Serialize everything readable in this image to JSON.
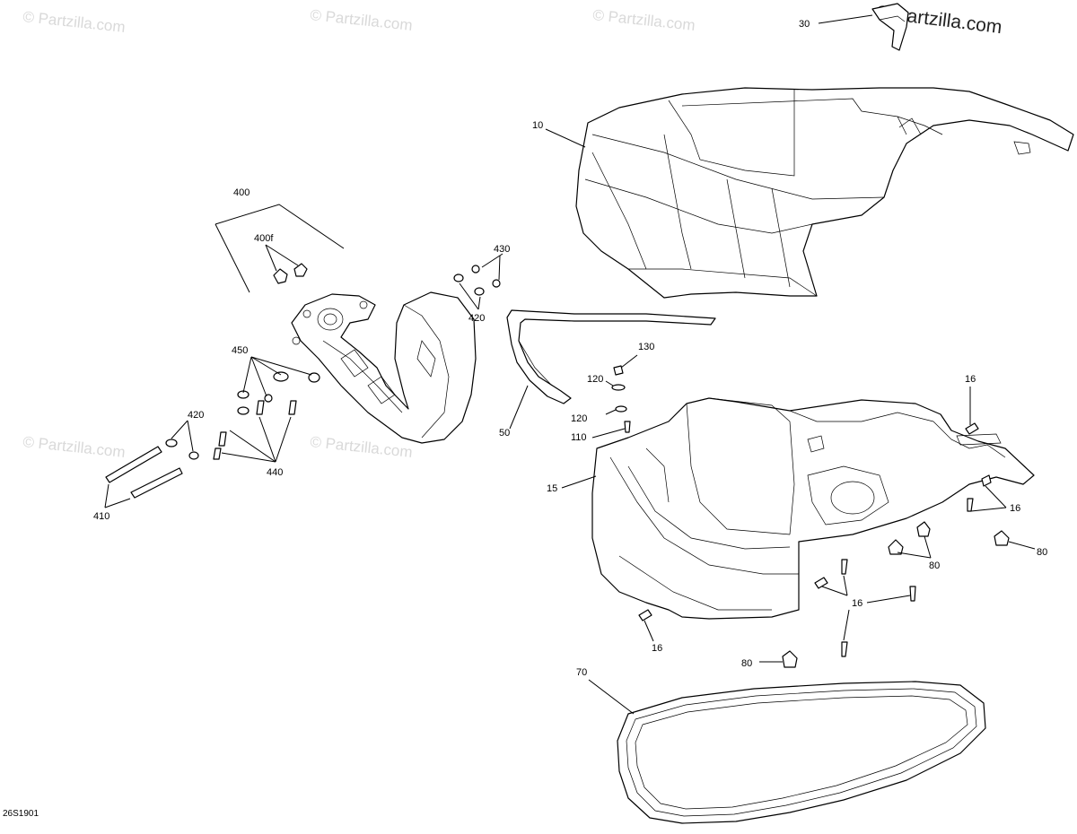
{
  "watermark": {
    "text": "© Partzilla.com",
    "stamp_text": "© Partzilla.com"
  },
  "diagram_code": "26S1901",
  "callouts": {
    "c30": "30",
    "c10": "10",
    "c400": "400",
    "c400f": "400f",
    "c430": "430",
    "c420a": "420",
    "c420b": "420",
    "c450": "450",
    "c440": "440",
    "c410": "410",
    "c130": "130",
    "c120a": "120",
    "c120b": "120",
    "c110": "110",
    "c50": "50",
    "c15": "15",
    "c16a": "16",
    "c16b": "16",
    "c16c": "16",
    "c16d": "16",
    "c80a": "80",
    "c80b": "80",
    "c80c": "80",
    "c70": "70"
  }
}
